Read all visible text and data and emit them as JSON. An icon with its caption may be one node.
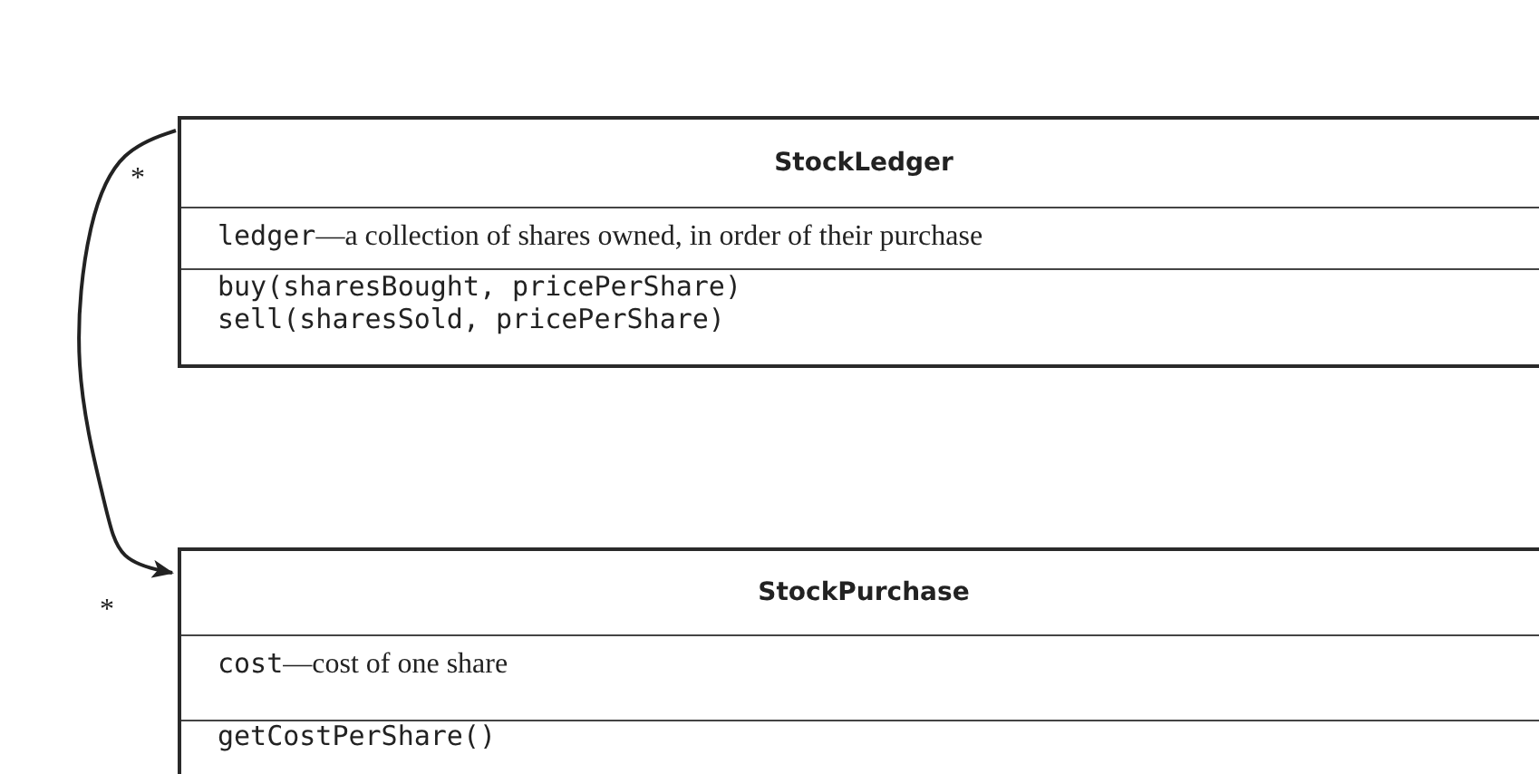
{
  "diagram": {
    "nodes": [
      {
        "text": [
          "StockLedger",
          "ledger—a collection of shares owned, in order of their purchase",
          "buy(sharesBought, pricePerShare)",
          "sell(sharesSold, pricePerShare)"
        ]
      },
      {
        "text": [
          "StockPurchase",
          "cost—cost of one share",
          "getCostPerShare()"
        ]
      }
    ],
    "edges": [
      {
        "from": 0,
        "to": 1,
        "arrow": "to"
      }
    ],
    "labels": [
      "*",
      "*"
    ]
  }
}
